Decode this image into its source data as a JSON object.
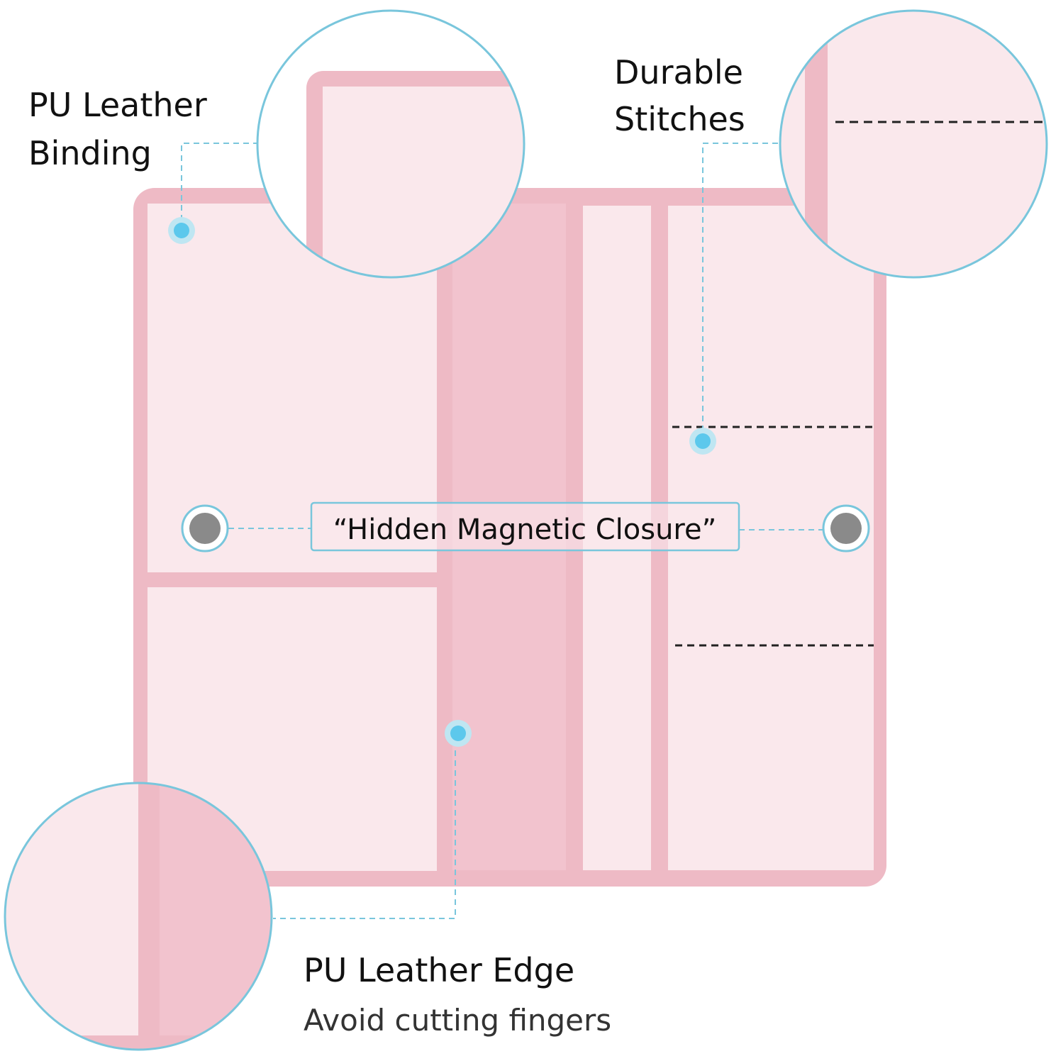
{
  "callouts": {
    "binding": {
      "line1": "PU Leather",
      "line2": "Binding"
    },
    "stitches": {
      "line1": "Durable",
      "line2": "Stitches"
    },
    "closure": {
      "label": "“Hidden Magnetic Closure”"
    },
    "edge": {
      "title": "PU Leather Edge",
      "subtitle": "Avoid cutting fingers"
    }
  },
  "colors": {
    "accent": "#79c6dc",
    "dot": "#5cc8ec",
    "leather": "#eebac5",
    "leather_dark": "#f2c3ce",
    "panel": "#fae8ec",
    "magnet": "#8a8a8a"
  }
}
